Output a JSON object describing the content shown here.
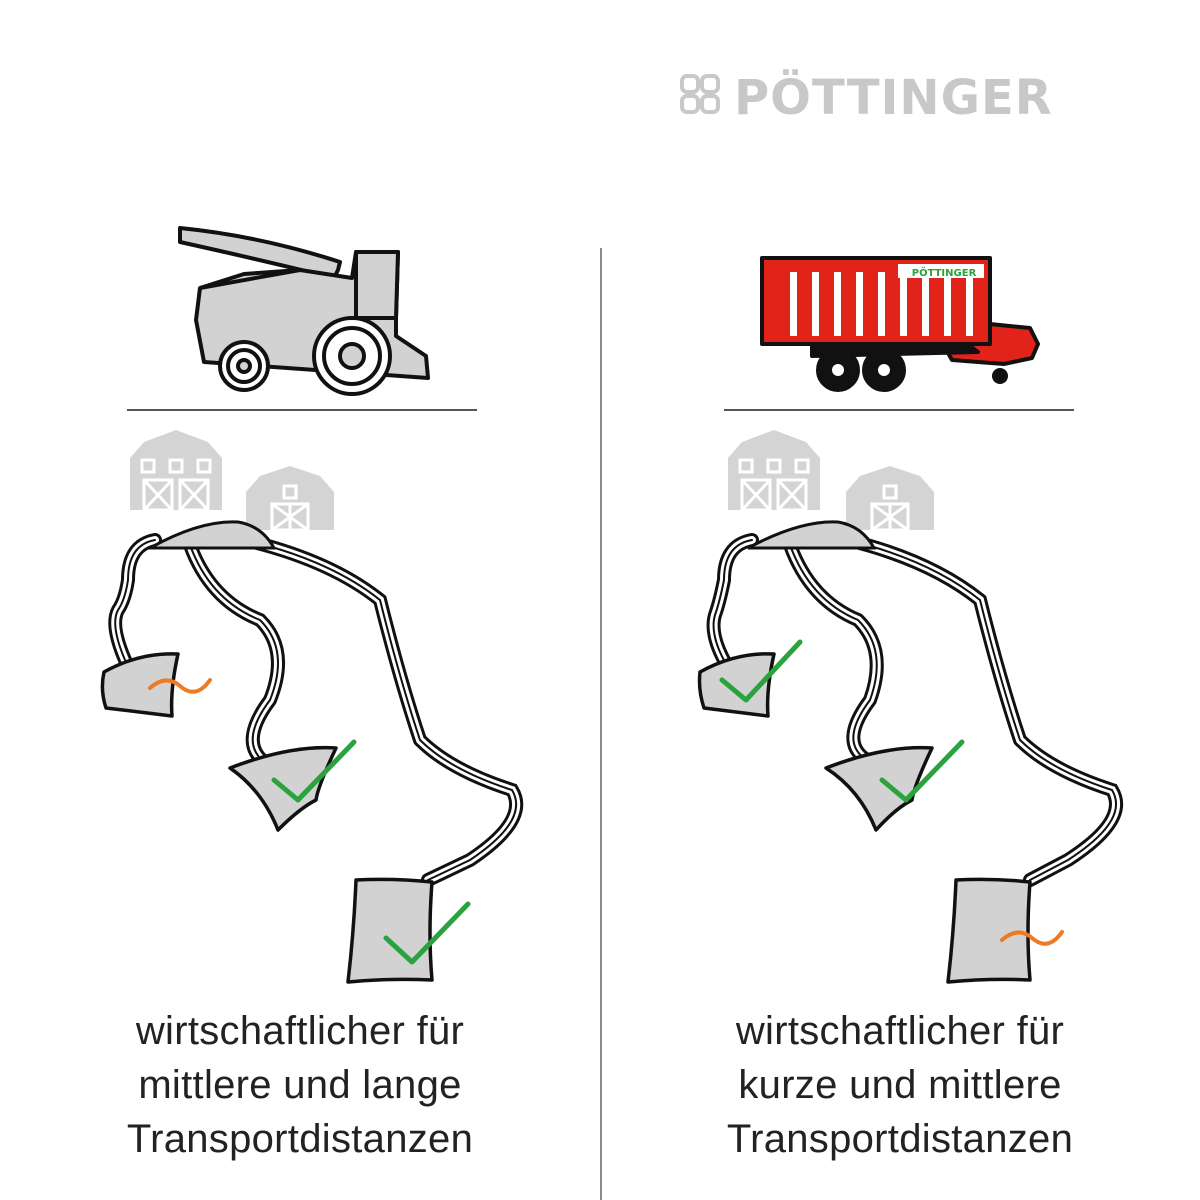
{
  "brand": {
    "name": "PÖTTINGER",
    "logo_icon": "pottinger-clover-icon",
    "logo_color": "#c8c8c8",
    "accent_red": "#e2231a",
    "accent_green": "#2aa23d",
    "warn_orange": "#ee7a22"
  },
  "left_panel": {
    "machine_icon": "forage-harvester-icon",
    "caption_lines": [
      "wirtschaftlicher für",
      "mittlere und lange",
      "Transportdistanzen"
    ],
    "fields": [
      {
        "icon": "wave-icon",
        "rating": "neutral"
      },
      {
        "icon": "check-icon",
        "rating": "good"
      },
      {
        "icon": "check-icon",
        "rating": "good"
      }
    ]
  },
  "right_panel": {
    "machine_icon": "loader-wagon-icon",
    "wagon_label": "PÖTTINGER",
    "caption_lines": [
      "wirtschaftlicher für",
      "kurze und mittlere",
      "Transportdistanzen"
    ],
    "fields": [
      {
        "icon": "check-icon",
        "rating": "good"
      },
      {
        "icon": "check-icon",
        "rating": "good"
      },
      {
        "icon": "wave-icon",
        "rating": "neutral"
      }
    ]
  }
}
